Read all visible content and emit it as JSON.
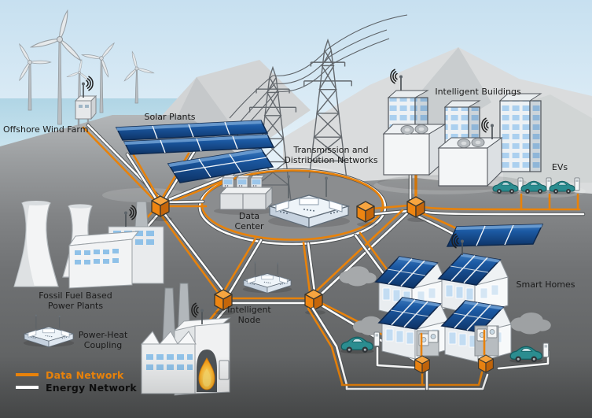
{
  "diagram": {
    "labels": {
      "offshore_wind_farm": "Offshore Wind Farm",
      "solar_plants": "Solar Plants",
      "transmission": [
        "Transmission and",
        "Distribution Networks"
      ],
      "intelligent_buildings": "Intelligent Buildings",
      "evs": "EVs",
      "data_center": [
        "Data",
        "Center"
      ],
      "fossil_fuel": [
        "Fossil Fuel Based",
        "Power Plants"
      ],
      "power_heat": [
        "Power-Heat",
        "Coupling"
      ],
      "intelligent_node": [
        "Intelligent",
        "Node"
      ],
      "smart_homes": "Smart Homes"
    },
    "legend": {
      "data_network": "Data Network",
      "energy_network": "Energy Network"
    },
    "colors": {
      "data_network_line": "#e8820a",
      "energy_network_line": "#ffffff",
      "node_cube": "#ee8511",
      "solar_panel": "#134a8e",
      "ev_car": "#2b8d90"
    },
    "icons": [
      "wind-turbine",
      "solar-array",
      "transmission-tower",
      "data-center-console",
      "network-node-cube",
      "wifi-signal",
      "ev-car",
      "charging-post",
      "smart-home",
      "cooling-tower",
      "factory",
      "cloud"
    ]
  }
}
